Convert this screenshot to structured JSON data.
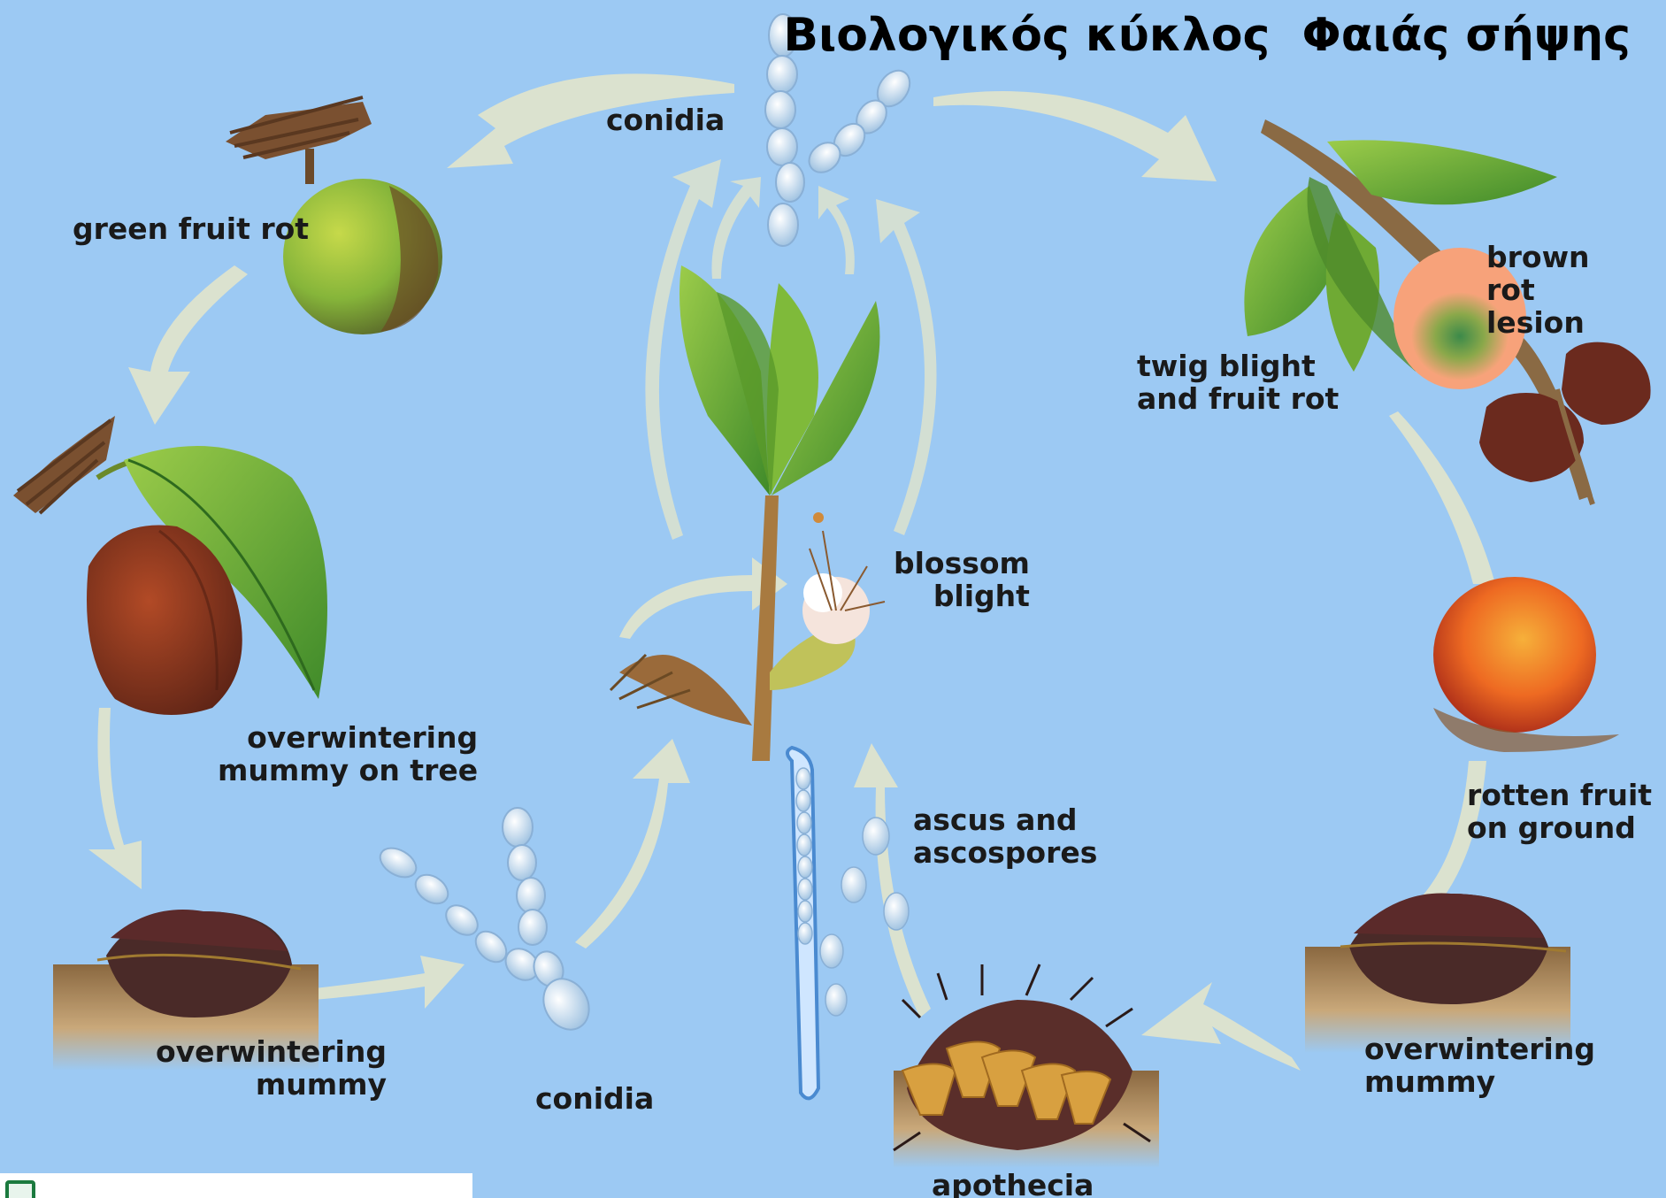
{
  "title": "Βιολογικός κύκλος  Φαιάς σήψης",
  "labels": {
    "conidia_top": "conidia",
    "green_fruit_rot": "green fruit rot",
    "brown_rot_lesion": "brown\nrot\nlesion",
    "twig_blight": "twig blight\nand fruit rot",
    "blossom_blight": "blossom\nblight",
    "overwintering_mummy_tree": "overwintering\nmummy on tree",
    "rotten_fruit_ground": "rotten fruit\non ground",
    "ascus_ascospores": "ascus and\nascospores",
    "overwintering_mummy_left": "overwintering\nmummy",
    "overwintering_mummy_right": "overwintering\nmummy",
    "conidia_bottom": "conidia",
    "apothecia": "apothecia"
  },
  "icons": {
    "footer": "logo-icon"
  },
  "colors": {
    "background": "#9cc9f3",
    "arrow": "#d9d8a8",
    "leaf": "#6aa83a",
    "mummy": "#6b3426",
    "peach": "#f07a2c"
  }
}
